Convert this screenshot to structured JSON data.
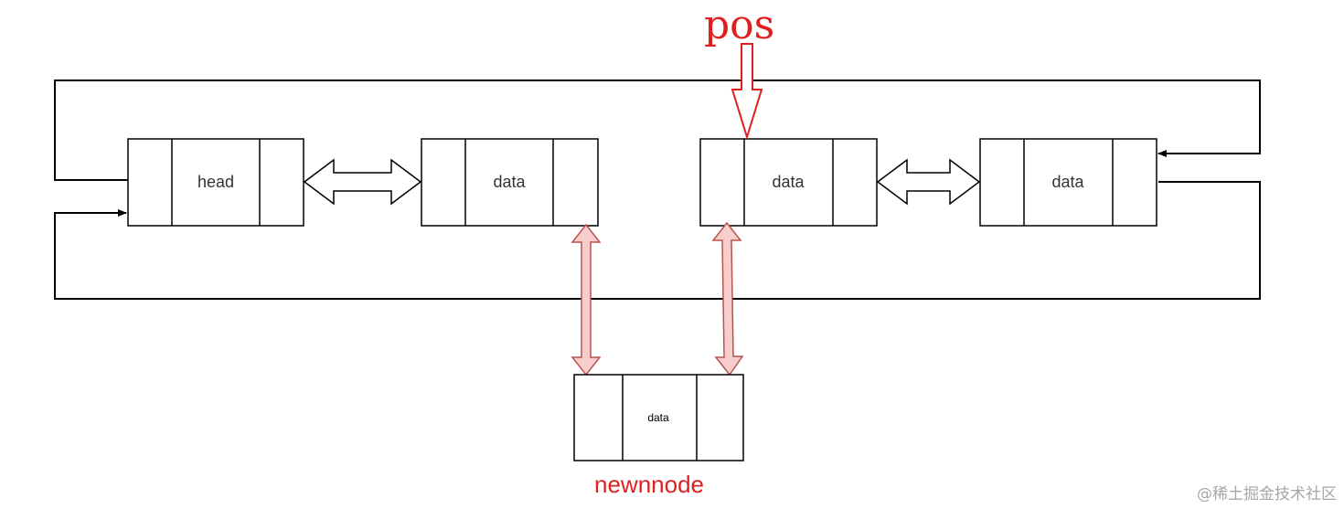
{
  "labels": {
    "pos": "pos",
    "newnode": "newnnode",
    "watermark": "@稀土掘金技术社区"
  },
  "nodes": {
    "head": "head",
    "node1": "data",
    "node2": "data",
    "node3": "data",
    "new_node": "data"
  },
  "colors": {
    "annotation": "#e02020",
    "insert_arrow_fill": "#f8cecc",
    "insert_arrow_stroke": "#b85450"
  }
}
